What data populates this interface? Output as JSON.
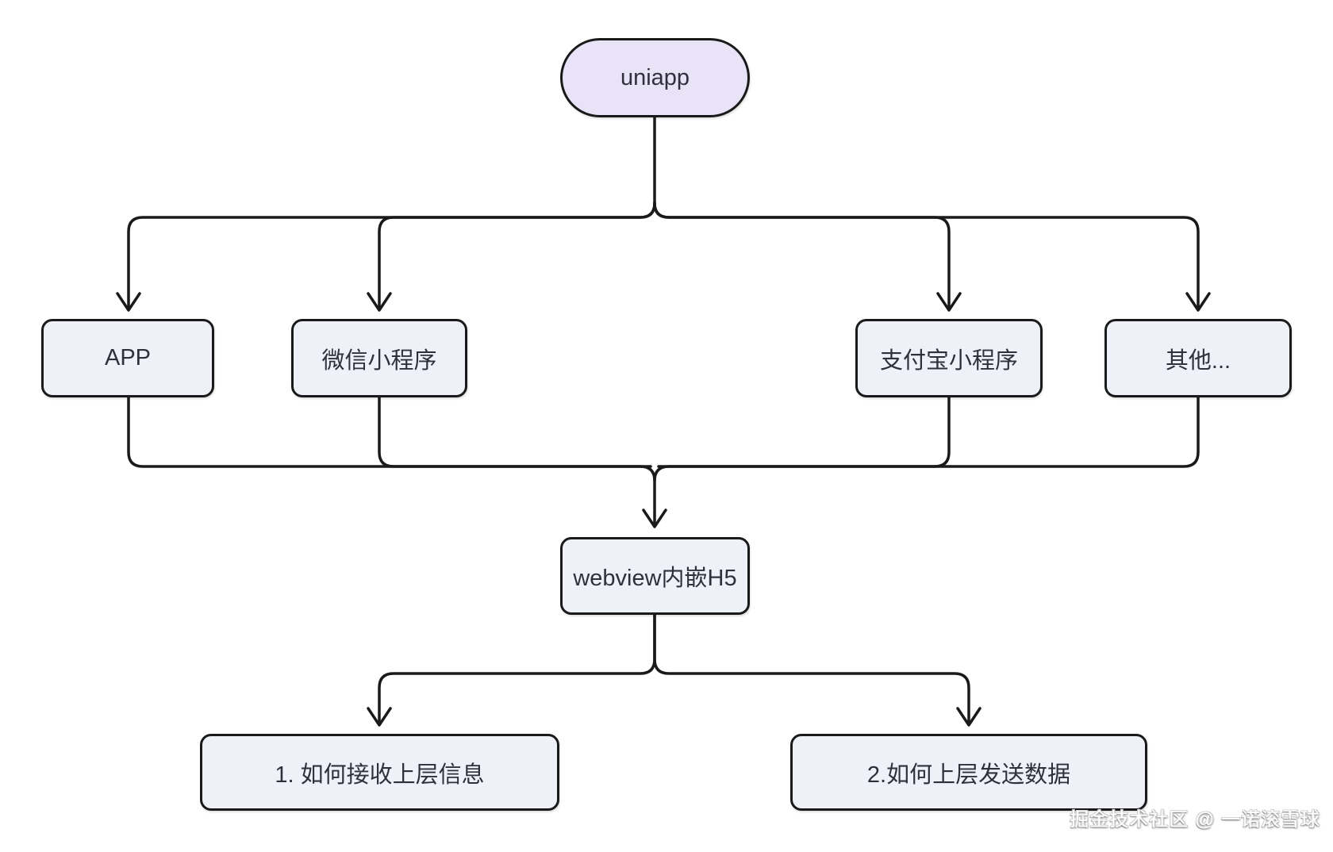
{
  "page": {
    "background": "#ffffff"
  },
  "colors": {
    "line": "#1a1a1a",
    "text": "#30303c",
    "root_fill": "#e8e3f7",
    "node_fill": "#eef1f8",
    "node_border": "#1a1a1a"
  },
  "diagram": {
    "type": "flowchart",
    "root": {
      "label": "uniapp",
      "shape": "pill"
    },
    "platforms": [
      {
        "label": "APP"
      },
      {
        "label": "微信小程序"
      },
      {
        "label": "支付宝小程序"
      },
      {
        "label": "其他..."
      }
    ],
    "hub": {
      "label": "webview内嵌H5"
    },
    "questions": [
      {
        "label": "1. 如何接收上层信息"
      },
      {
        "label": "2.如何上层发送数据"
      }
    ],
    "edges": [
      "uniapp → APP",
      "uniapp → 微信小程序",
      "uniapp → 支付宝小程序",
      "uniapp → 其他...",
      "APP → webview内嵌H5",
      "微信小程序 → webview内嵌H5",
      "支付宝小程序 → webview内嵌H5",
      "其他... → webview内嵌H5",
      "webview内嵌H5 → 1. 如何接收上层信息",
      "webview内嵌H5 → 2.如何上层发送数据"
    ]
  },
  "watermark": {
    "text": "掘金技术社区 @ 一诺滚雪球"
  }
}
